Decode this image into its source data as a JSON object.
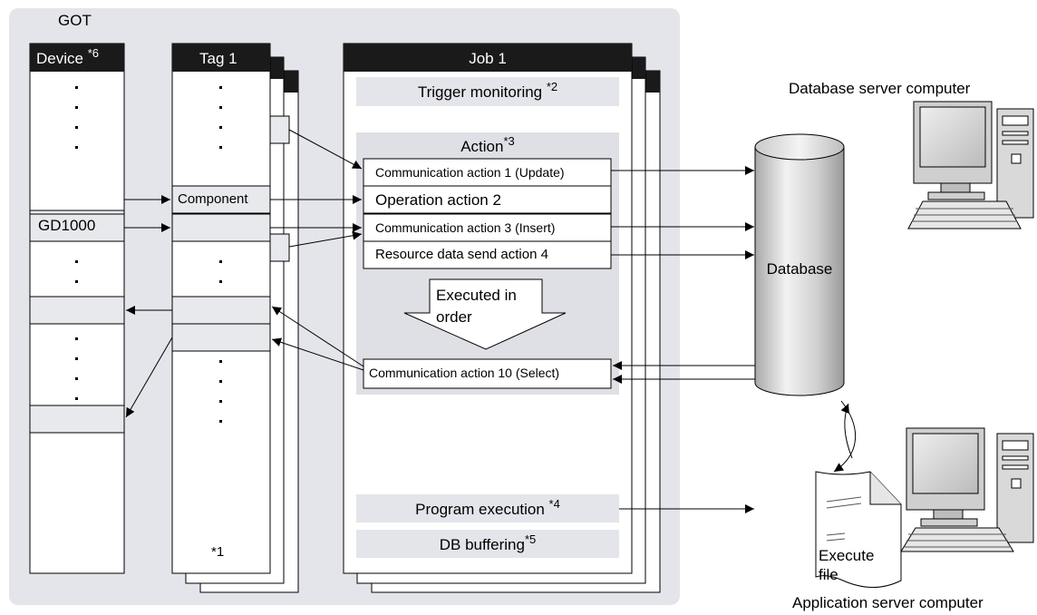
{
  "got_label": "GOT",
  "device": {
    "header": "Device ",
    "header_note": "*6",
    "gd_label": "GD1000"
  },
  "tag": {
    "header": "Tag 1",
    "component_label": "Component",
    "footnote": "*1"
  },
  "job": {
    "header": "Job 1",
    "trigger": "Trigger monitoring ",
    "trigger_note": "*2",
    "action_title": "Action",
    "action_note": "*3",
    "actions": [
      "Communication action 1 (Update)",
      "Operation action 2",
      "Communication action 3 (Insert)",
      "Resource data send action 4"
    ],
    "executed_line1": "Executed in",
    "executed_line2": "order",
    "action_select": "Communication action 10 (Select)",
    "program": "Program execution ",
    "program_note": "*4",
    "buffering": "DB buffering",
    "buffering_note": "*5"
  },
  "database": {
    "label": "Database",
    "server_label": "Database server computer"
  },
  "app_server": {
    "label": "Application server computer",
    "file_line1": "Execute",
    "file_line2": "file"
  },
  "colors": {
    "got_bg": "#e4e5ea",
    "header_bg": "#1a1a1a",
    "cell_gray": "#e8e9ed",
    "action_bg": "#dfe0e5",
    "cylinder_light": "#f0f0f0",
    "cylinder_dark": "#a8a8a8"
  }
}
